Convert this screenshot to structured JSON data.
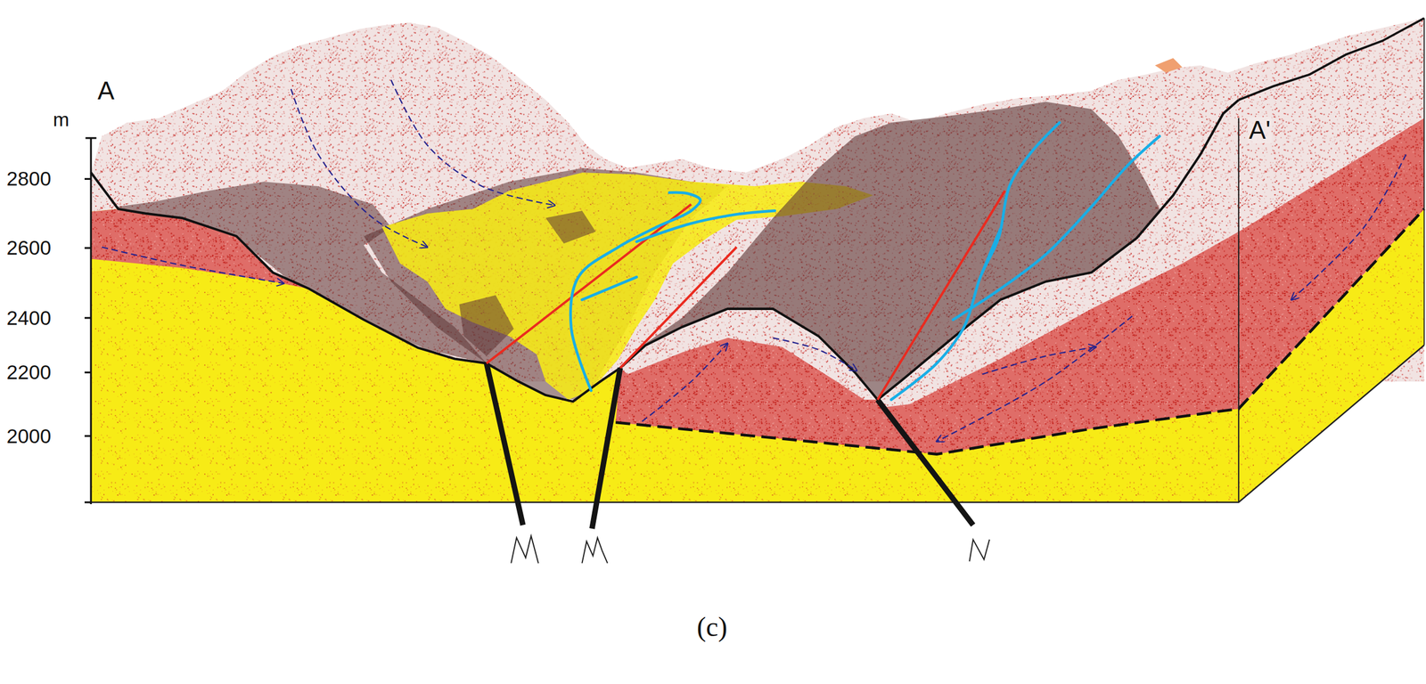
{
  "diagram": {
    "caption": "(c)",
    "labels": [
      "A",
      "m",
      "2800",
      "2600",
      "2400",
      "2200",
      "2000",
      "A'"
    ]
  }
}
